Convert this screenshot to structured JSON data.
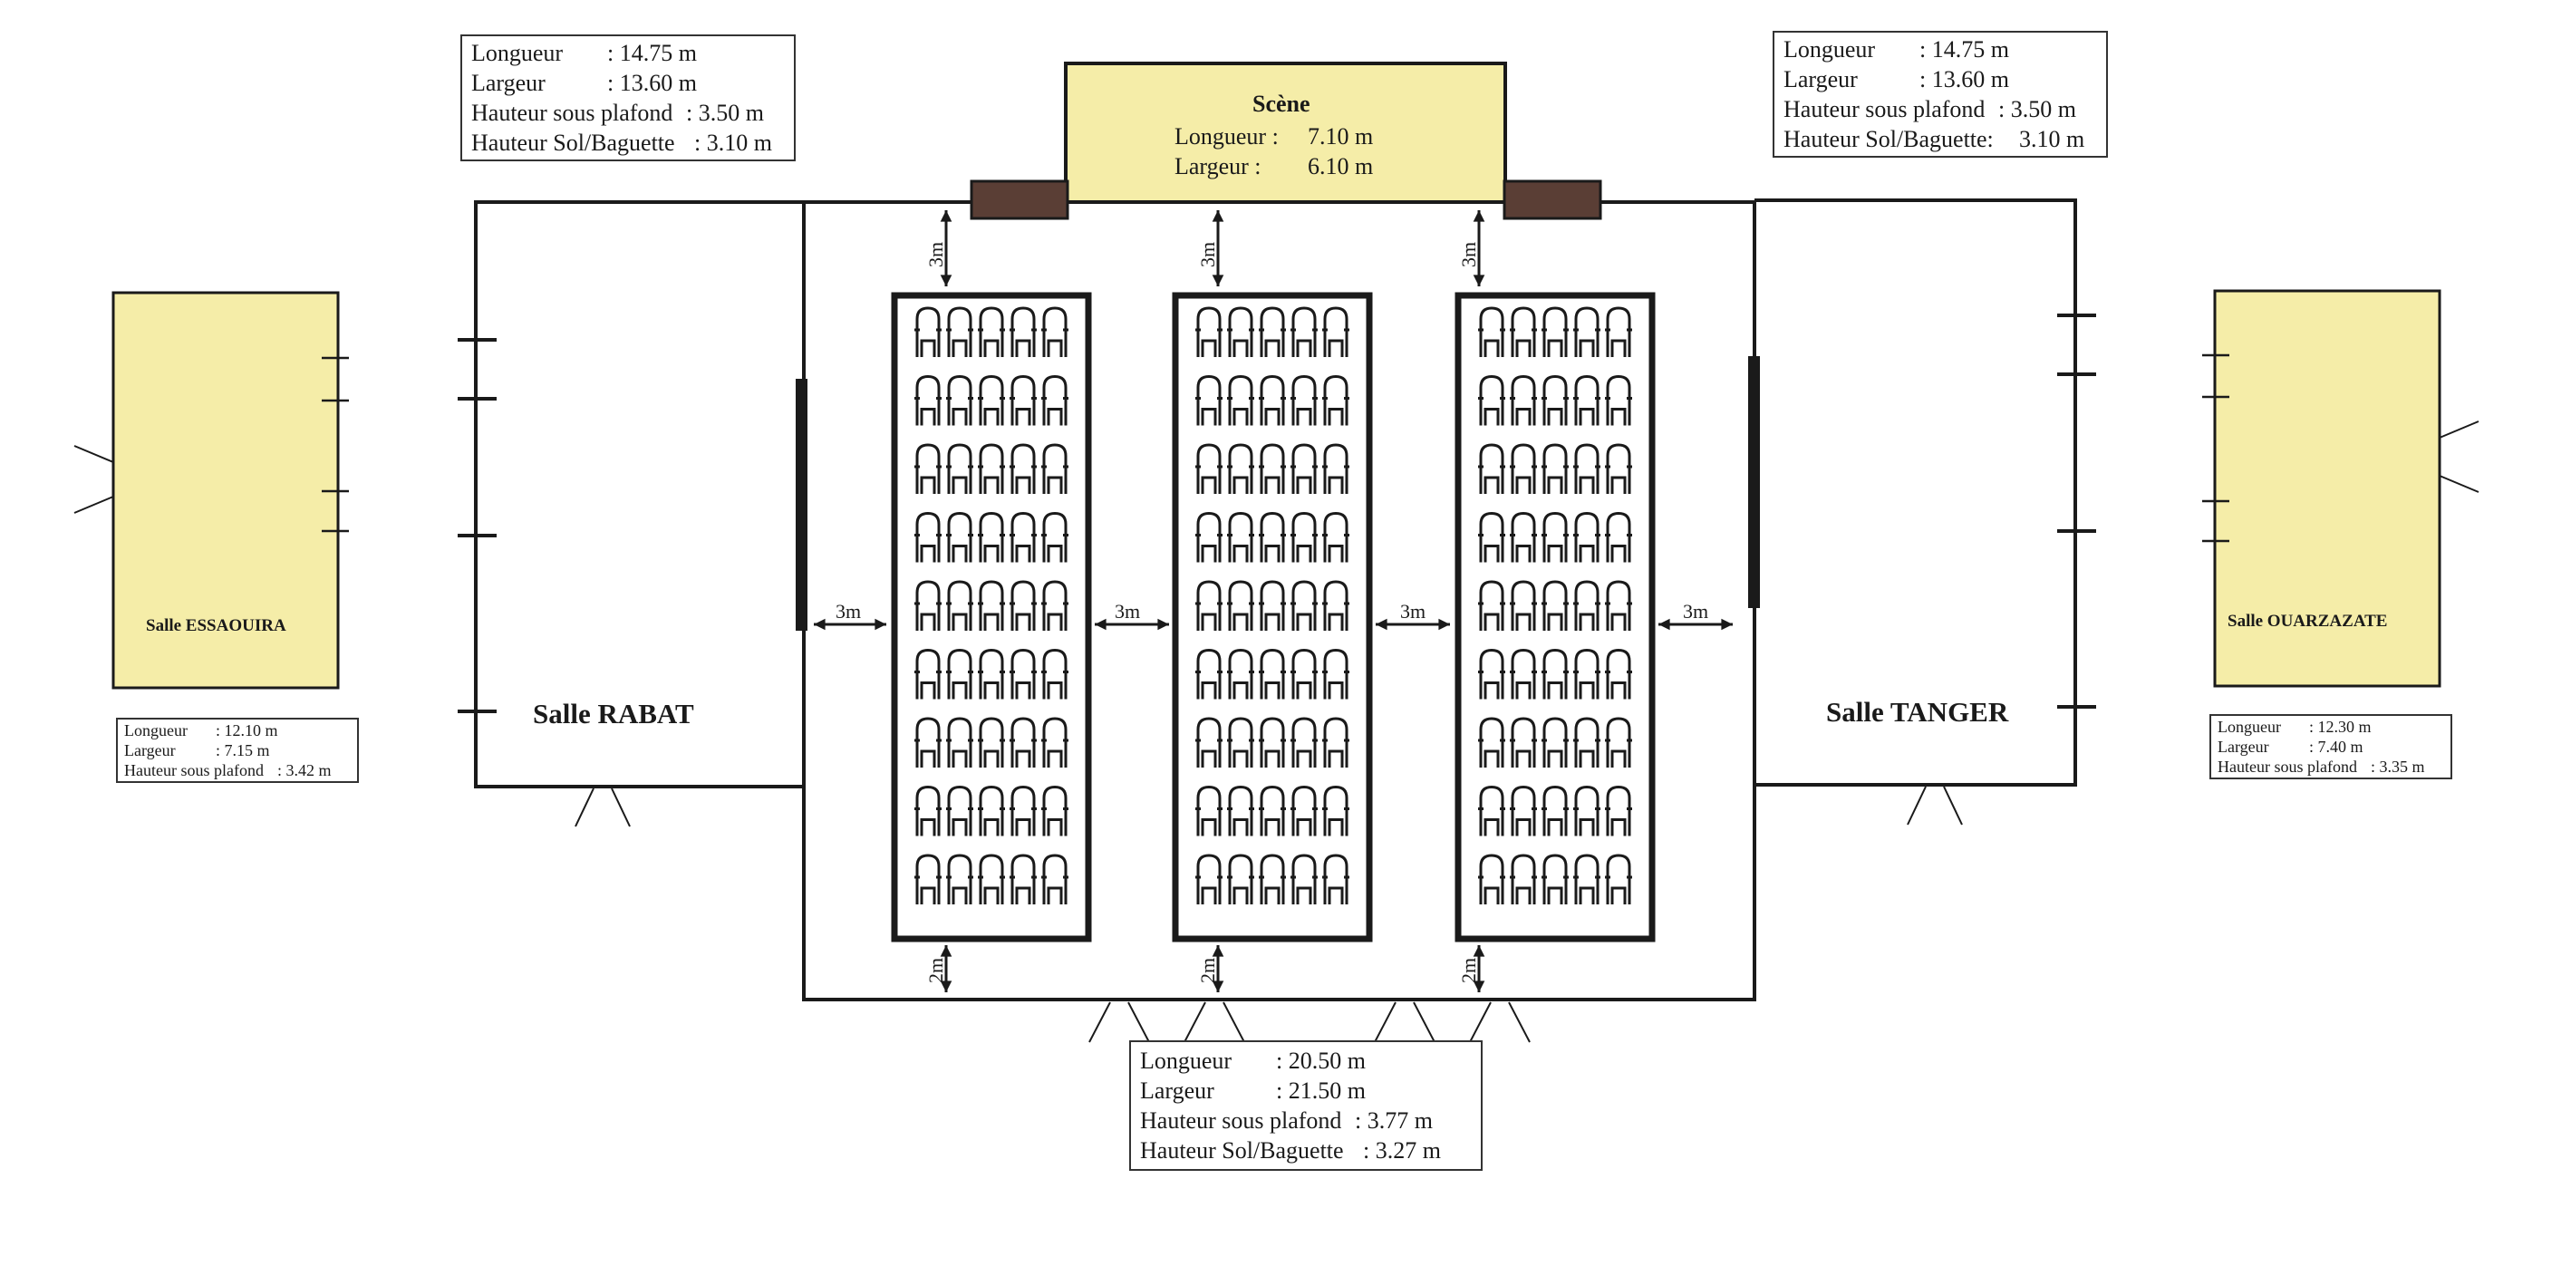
{
  "scene": {
    "title": "Scène",
    "rows": [
      {
        "label": "Longueur :",
        "value": "7.10 m"
      },
      {
        "label": "Largeur :",
        "value": "6.10 m"
      }
    ]
  },
  "rooms": {
    "rabat": {
      "name": "Salle RABAT",
      "dims": [
        {
          "label": "Longueur",
          "value": ": 14.75 m"
        },
        {
          "label": "Largeur",
          "value": ": 13.60 m"
        },
        {
          "label": "Hauteur sous plafond",
          "value": ": 3.50 m"
        },
        {
          "label": "Hauteur Sol/Baguette",
          "value": ": 3.10 m"
        }
      ]
    },
    "tanger": {
      "name": "Salle TANGER",
      "dims": [
        {
          "label": "Longueur",
          "value": ": 14.75 m"
        },
        {
          "label": "Largeur",
          "value": ": 13.60 m"
        },
        {
          "label": "Hauteur sous plafond",
          "value": ": 3.50 m"
        },
        {
          "label": "Hauteur Sol/Baguette:",
          "value": "3.10 m"
        }
      ]
    },
    "essaouira": {
      "name": "Salle ESSAOUIRA",
      "dims": [
        {
          "label": "Longueur",
          "value": ": 12.10 m"
        },
        {
          "label": "Largeur",
          "value": ": 7.15 m"
        },
        {
          "label": "Hauteur sous plafond",
          "value": ": 3.42 m"
        }
      ]
    },
    "ouarzazate": {
      "name": "Salle OUARZAZATE",
      "dims": [
        {
          "label": "Longueur",
          "value": ": 12.30 m"
        },
        {
          "label": "Largeur",
          "value": ": 7.40 m"
        },
        {
          "label": "Hauteur sous plafond",
          "value": ": 3.35 m"
        }
      ]
    },
    "main": {
      "dims": [
        {
          "label": "Longueur",
          "value": ": 20.50 m"
        },
        {
          "label": "Largeur",
          "value": ": 21.50 m"
        },
        {
          "label": "Hauteur sous plafond",
          "value": ": 3.77 m"
        },
        {
          "label": "Hauteur Sol/Baguette",
          "value": ": 3.27 m"
        }
      ]
    }
  },
  "clearances": {
    "top": "3m",
    "side": "3m",
    "bottom": "2m"
  },
  "seating": {
    "blocks": 3,
    "rows_per_block": 9,
    "seats_per_row": 5
  },
  "colors": {
    "room_fill": "#f5eda8",
    "line": "#1a1a1a",
    "stage_side": "#5a3e35"
  }
}
